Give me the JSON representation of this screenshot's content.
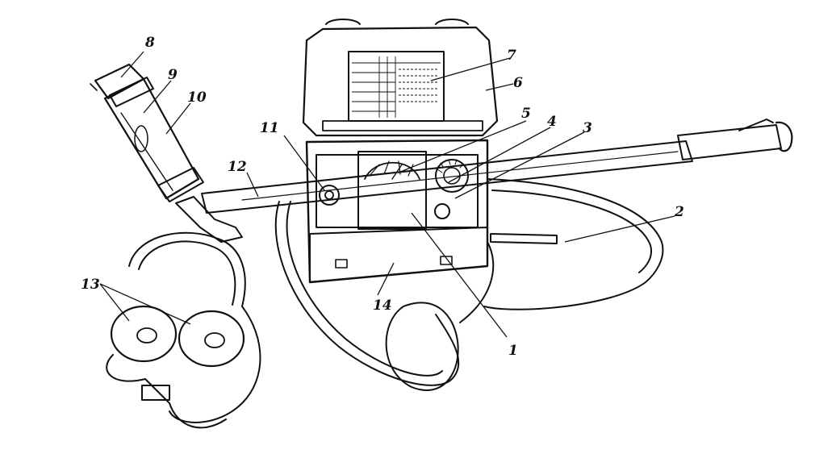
{
  "labels": {
    "l1": "1",
    "l2": "2",
    "l3": "3",
    "l4": "4",
    "l5": "5",
    "l6": "6",
    "l7": "7",
    "l8": "8",
    "l9": "9",
    "l10": "10",
    "l11": "11",
    "l12": "12",
    "l13": "13",
    "l14": "14"
  },
  "colors": {
    "ink": "#111111",
    "paper": "#ffffff",
    "shade": "#9a9a9a"
  }
}
